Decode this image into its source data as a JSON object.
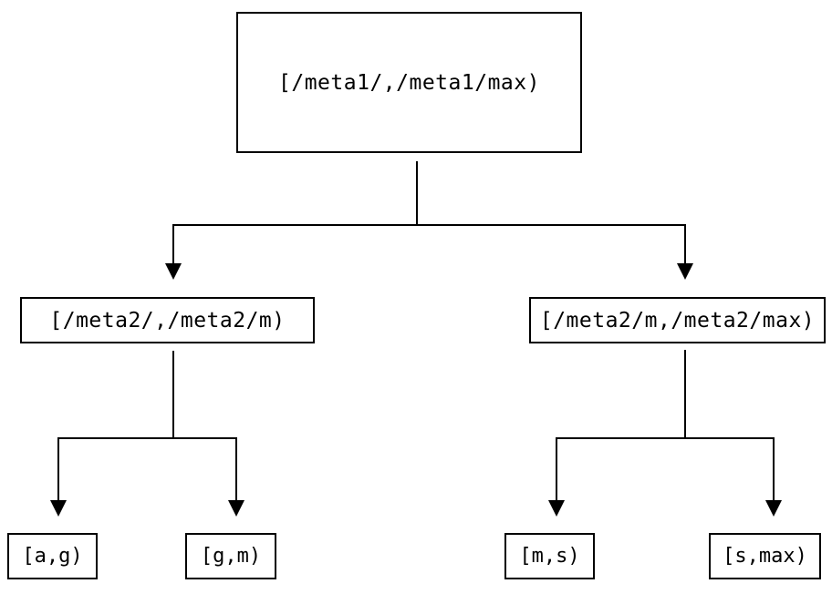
{
  "colors": {
    "line": "#000000",
    "text": "#000000",
    "background": "#ffffff"
  },
  "tree": {
    "root": {
      "label": "[/meta1/,/meta1/max)"
    },
    "left": {
      "label": "[/meta2/,/meta2/m)"
    },
    "right": {
      "label": "[/meta2/m,/meta2/max)"
    },
    "leaf_ag": {
      "label": "[a,g)"
    },
    "leaf_gm": {
      "label": "[g,m)"
    },
    "leaf_ms": {
      "label": "[m,s)"
    },
    "leaf_smax": {
      "label": "[s,max)"
    }
  }
}
